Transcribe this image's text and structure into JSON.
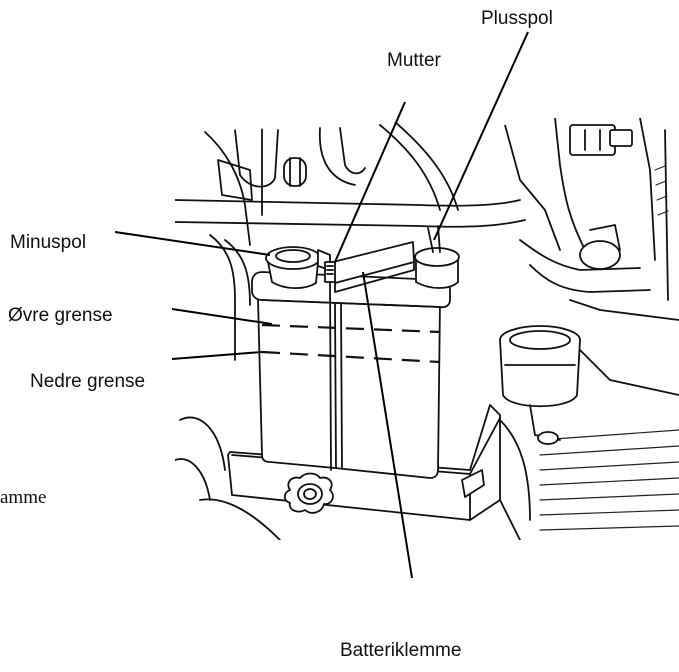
{
  "labels": {
    "plusspol": "Plusspol",
    "mutter": "Mutter",
    "minuspol": "Minuspol",
    "ovre_grense": "Øvre grense",
    "nedre_grense": "Nedre grense",
    "cut_label": "amme",
    "batteriklemme": "Batteriklemme"
  }
}
